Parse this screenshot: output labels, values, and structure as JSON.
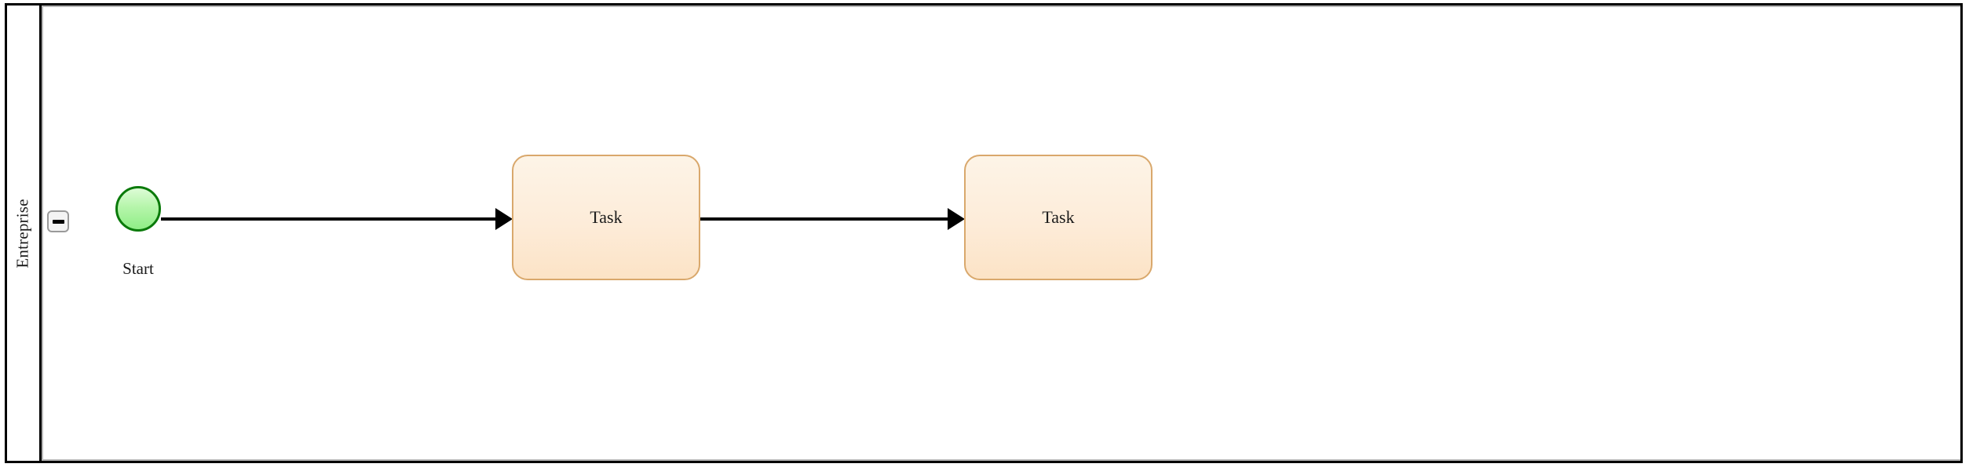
{
  "diagram": {
    "type": "bpmn-process",
    "pool": {
      "name": "Entreprise",
      "collapse_button": {
        "icon": "minus-icon",
        "label": "–"
      }
    },
    "elements": [
      {
        "id": "start-event",
        "kind": "start-event",
        "label": "Start",
        "fill_top": "#ddfcd6",
        "fill_bottom": "#8fee86",
        "stroke": "#0a7a0a"
      },
      {
        "id": "task-1",
        "kind": "task",
        "label": "Task",
        "fill_top": "#fdf4e7",
        "fill_bottom": "#fce3c6",
        "stroke": "#d9a86c"
      },
      {
        "id": "task-2",
        "kind": "task",
        "label": "Task",
        "fill_top": "#fdf4e7",
        "fill_bottom": "#fce3c6",
        "stroke": "#d9a86c"
      }
    ],
    "connectors": [
      {
        "id": "connector-1",
        "kind": "sequence-flow",
        "from": "start-event",
        "to": "task-1",
        "label": "",
        "stroke": "#000000"
      },
      {
        "id": "connector-2",
        "kind": "sequence-flow",
        "from": "task-1",
        "to": "task-2",
        "label": "",
        "stroke": "#000000"
      }
    ],
    "colors": {
      "pool_border": "#000000",
      "lane_border": "#b8b8b8",
      "canvas_background": "#ffffff",
      "text": "#1a1a1a"
    }
  }
}
